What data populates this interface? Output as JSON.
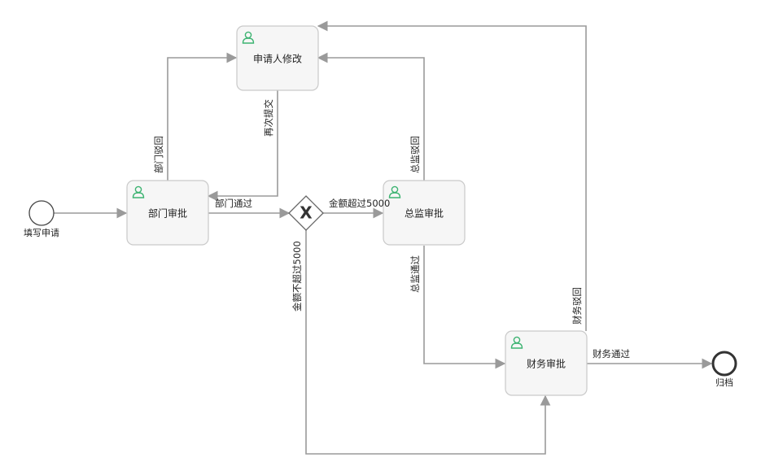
{
  "colors": {
    "user_icon": "#3cb371",
    "connector": "#9a9a9a"
  },
  "events": {
    "start": {
      "label": "填写申请"
    },
    "end": {
      "label": "归档"
    }
  },
  "tasks": {
    "applicant": {
      "label": "申请人修改",
      "icon": "user-icon"
    },
    "dept": {
      "label": "部门审批",
      "icon": "user-icon"
    },
    "director": {
      "label": "总监审批",
      "icon": "user-icon"
    },
    "finance": {
      "label": "财务审批",
      "icon": "user-icon"
    }
  },
  "gateway": {
    "symbol": "X",
    "type": "exclusive"
  },
  "flows": {
    "dept_reject": "部门驳回",
    "resubmit": "再次提交",
    "dept_pass": "部门通过",
    "amount_over": "金额超过5000",
    "amount_not_over": "金额不超过5000",
    "director_reject": "总监驳回",
    "director_pass": "总监通过",
    "finance_reject": "财务驳回",
    "finance_pass": "财务通过"
  }
}
